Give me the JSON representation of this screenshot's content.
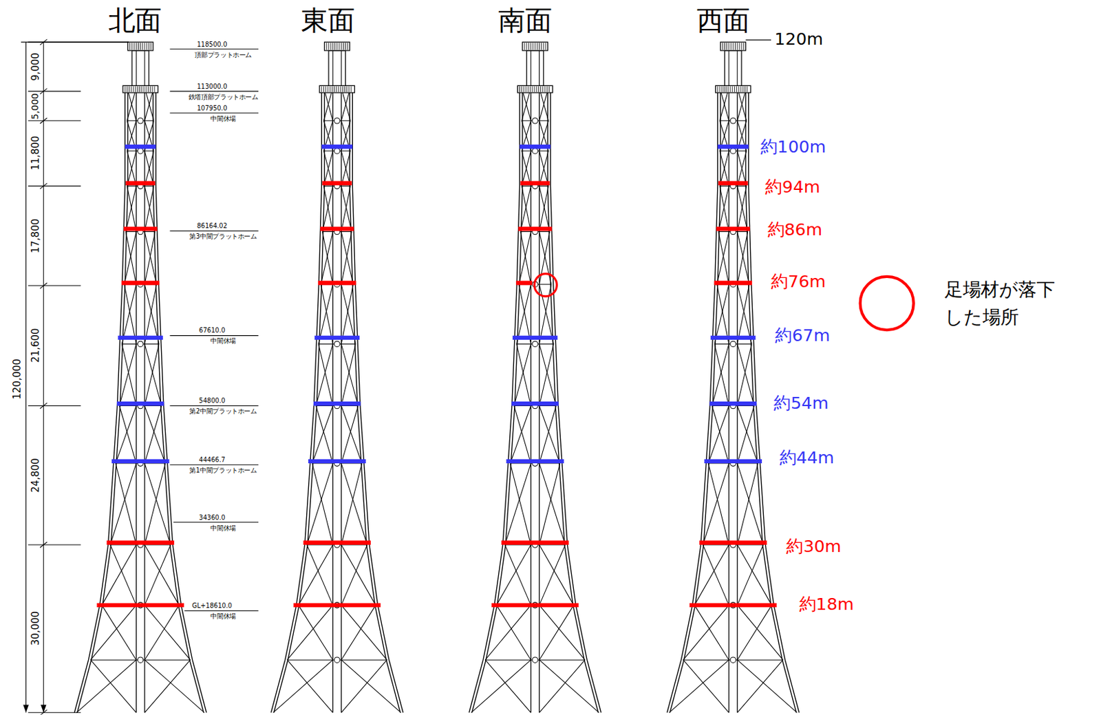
{
  "diagram": {
    "labels": [
      "北面",
      "東面",
      "南面",
      "西面",
      "120m",
      "約100m",
      "約94m",
      "約86m",
      "約76m",
      "約67m",
      "約54m",
      "約44m",
      "約30m",
      "約18m",
      "9,000",
      "5,000",
      "11,800",
      "17,800",
      "21,600",
      "24,800",
      "30,000",
      "120,000",
      "118500.0",
      "頂部プラットホーム",
      "113000.0",
      "鉄塔頂部プラットホーム",
      "107950.0",
      "中間休場",
      "86164.02",
      "第3中間プラットホーム",
      "67610.0",
      "中間休場",
      "54800.0",
      "第2中間プラットホーム",
      "44466.7",
      "第1中間プラットホーム",
      "34360.0",
      "中間休場",
      "GL+18610.0",
      "中間休場"
    ],
    "legend": [
      {
        "text": "足場材が落下 した場所"
      }
    ]
  }
}
